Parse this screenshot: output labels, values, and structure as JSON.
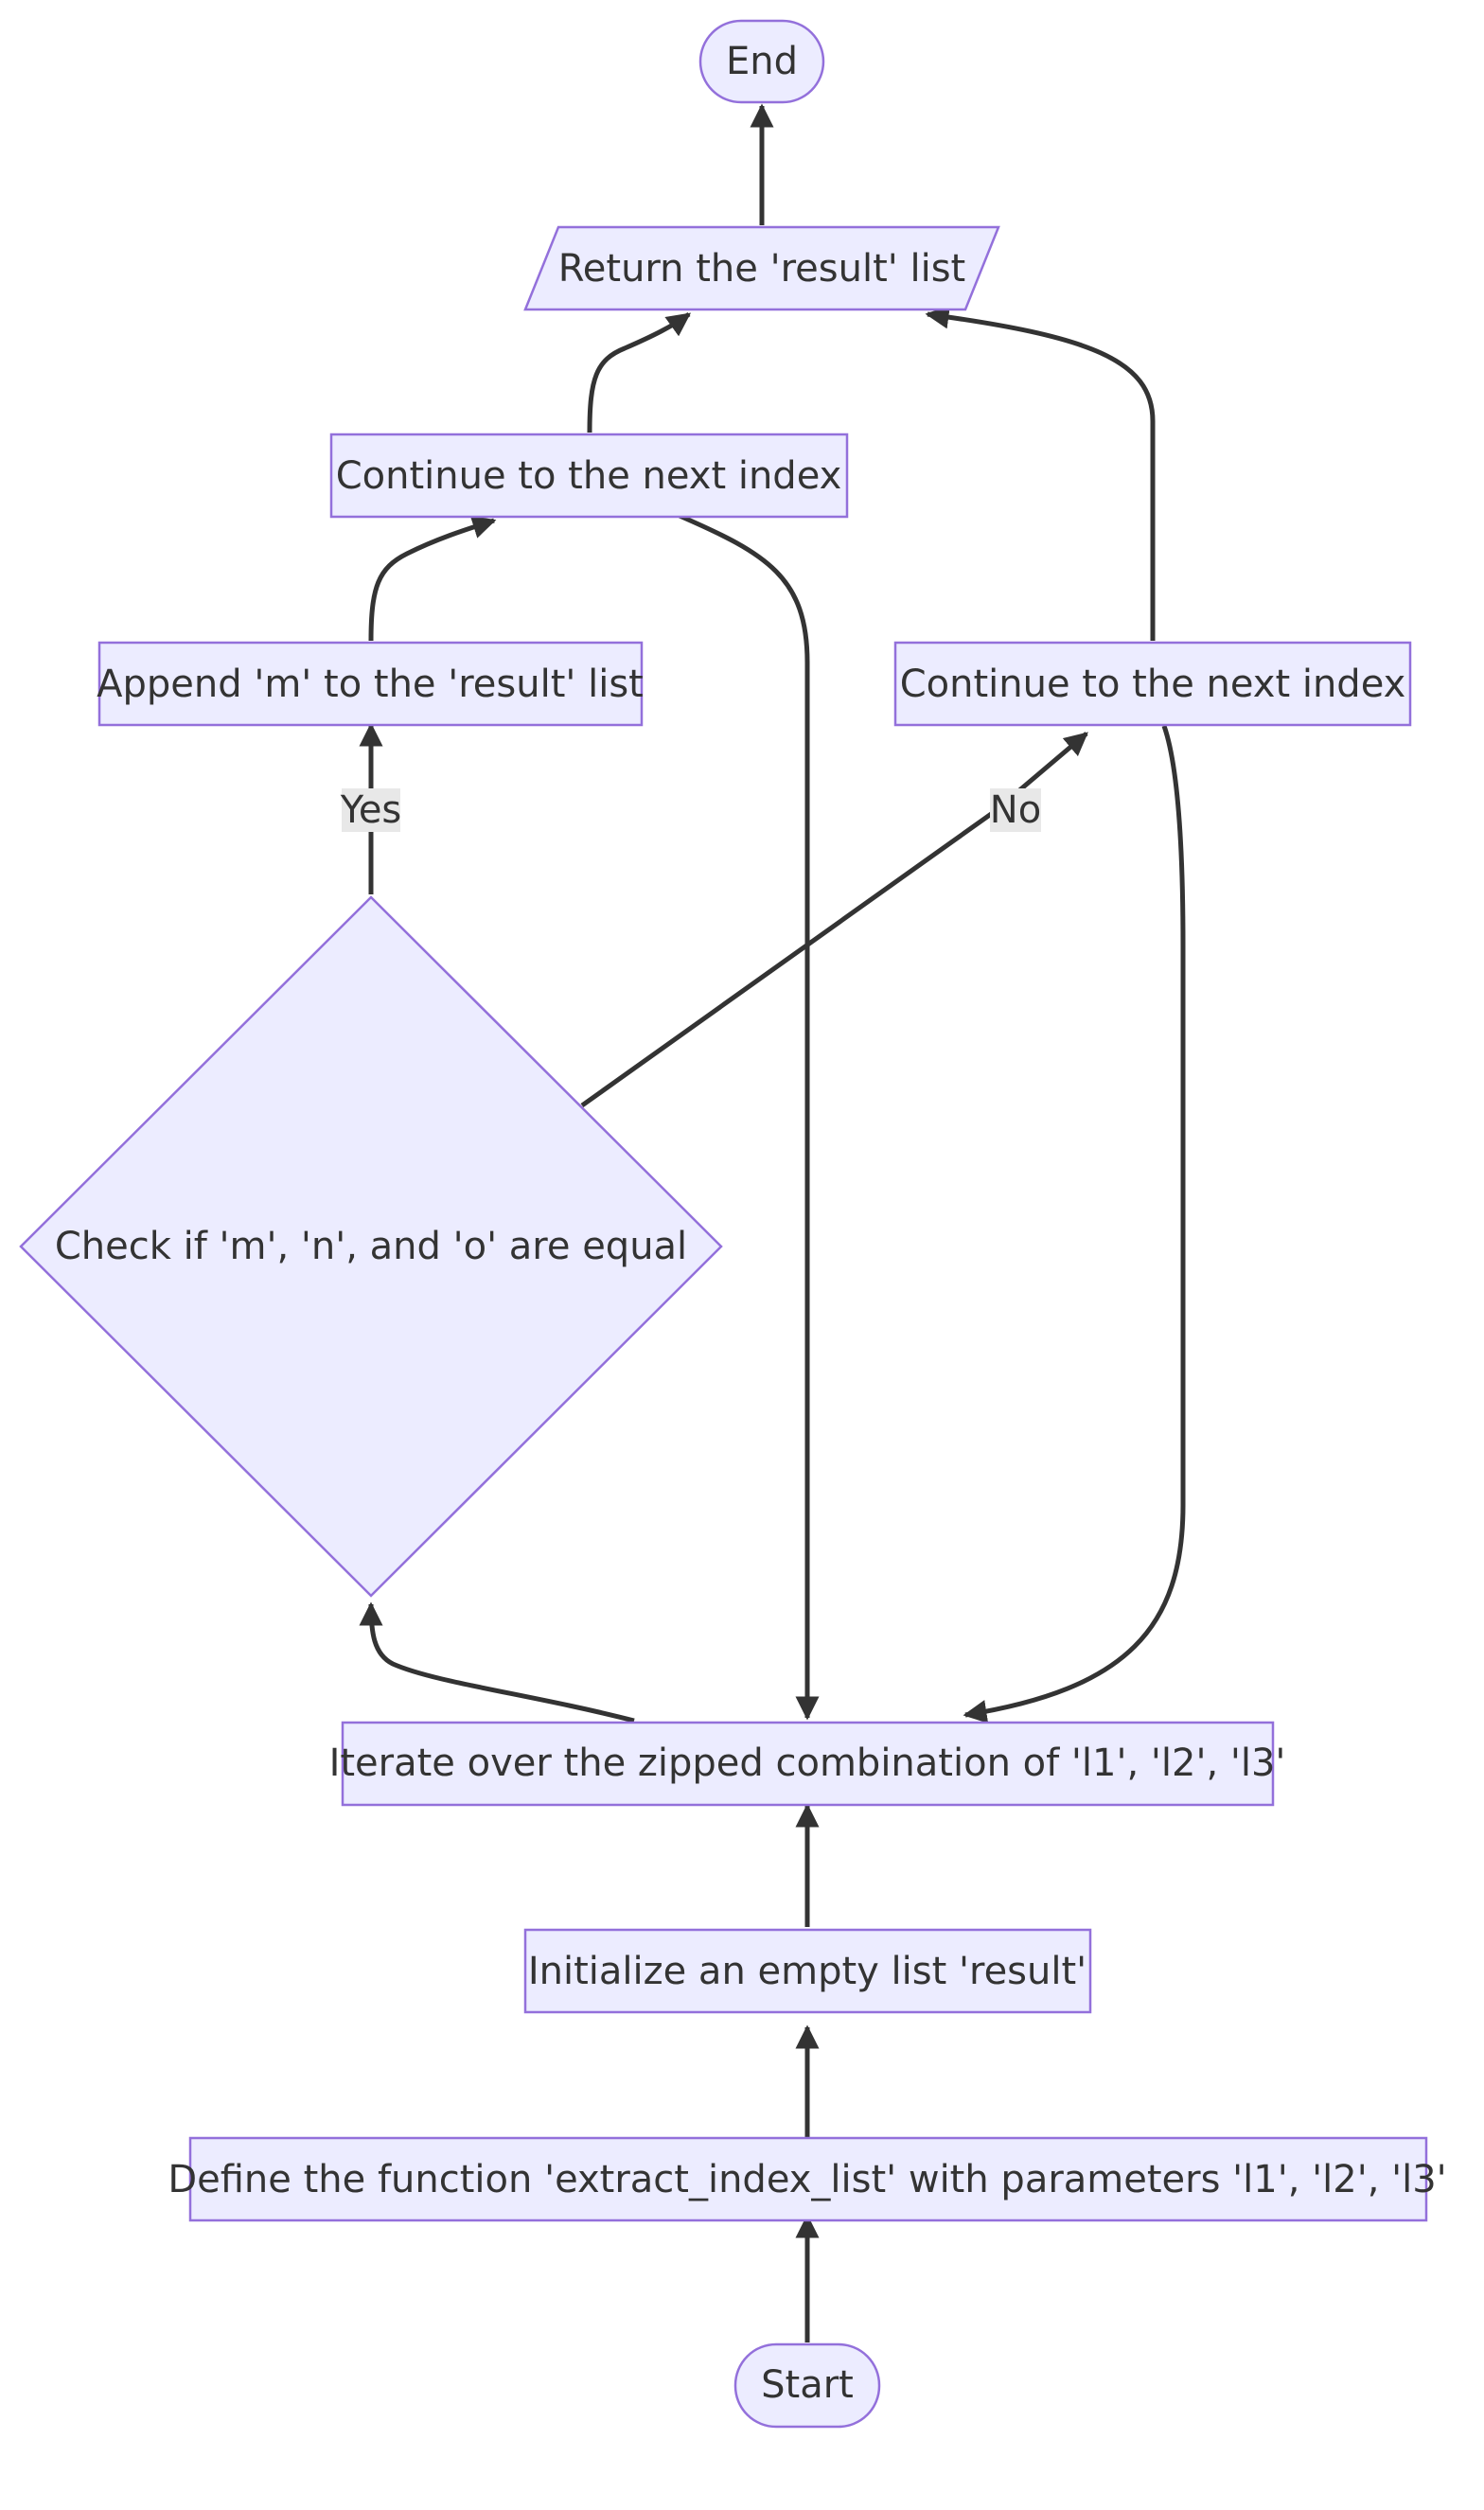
{
  "diagram": {
    "nodes": {
      "start": "Start",
      "define": "Define the function 'extract_index_list' with parameters 'l1', 'l2', 'l3'",
      "init": "Initialize an empty list 'result'",
      "iterate": "Iterate over the zipped combination of 'l1', 'l2', 'l3'",
      "check": "Check if 'm', 'n', and 'o' are equal",
      "append": "Append 'm' to the 'result' list",
      "continue_left": "Continue to the next index",
      "continue_right": "Continue to the next index",
      "return": "Return the 'result' list",
      "end": "End"
    },
    "edge_labels": {
      "yes": "Yes",
      "no": "No"
    }
  },
  "colors": {
    "node_fill": "#ececff",
    "node_stroke": "#9370db",
    "edge": "#333333",
    "label_background": "#e8e8e8"
  }
}
